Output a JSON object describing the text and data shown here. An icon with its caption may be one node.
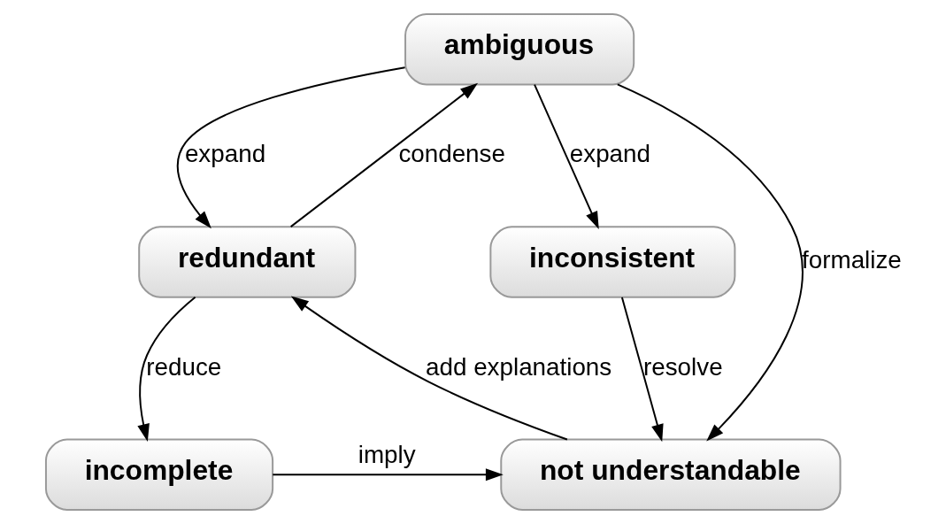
{
  "diagram": {
    "nodes": [
      {
        "text": [
          "ambiguous"
        ]
      },
      {
        "text": [
          "redundant"
        ]
      },
      {
        "text": [
          "inconsistent"
        ]
      },
      {
        "text": [
          "incomplete"
        ]
      },
      {
        "text": [
          "not understandable"
        ]
      }
    ],
    "edges": [
      {
        "from": 0,
        "to": 1,
        "arrow": "to",
        "label": "expand"
      },
      {
        "from": 1,
        "to": 0,
        "arrow": "to",
        "label": "condense"
      },
      {
        "from": 0,
        "to": 2,
        "arrow": "to",
        "label": "expand"
      },
      {
        "from": 0,
        "to": 4,
        "arrow": "to",
        "label": "formalize"
      },
      {
        "from": 1,
        "to": 3,
        "arrow": "to",
        "label": "reduce"
      },
      {
        "from": 4,
        "to": 1,
        "arrow": "to",
        "label": "add explanations"
      },
      {
        "from": 2,
        "to": 4,
        "arrow": "to",
        "label": "resolve"
      },
      {
        "from": 3,
        "to": 4,
        "arrow": "to",
        "label": "imply"
      }
    ]
  }
}
